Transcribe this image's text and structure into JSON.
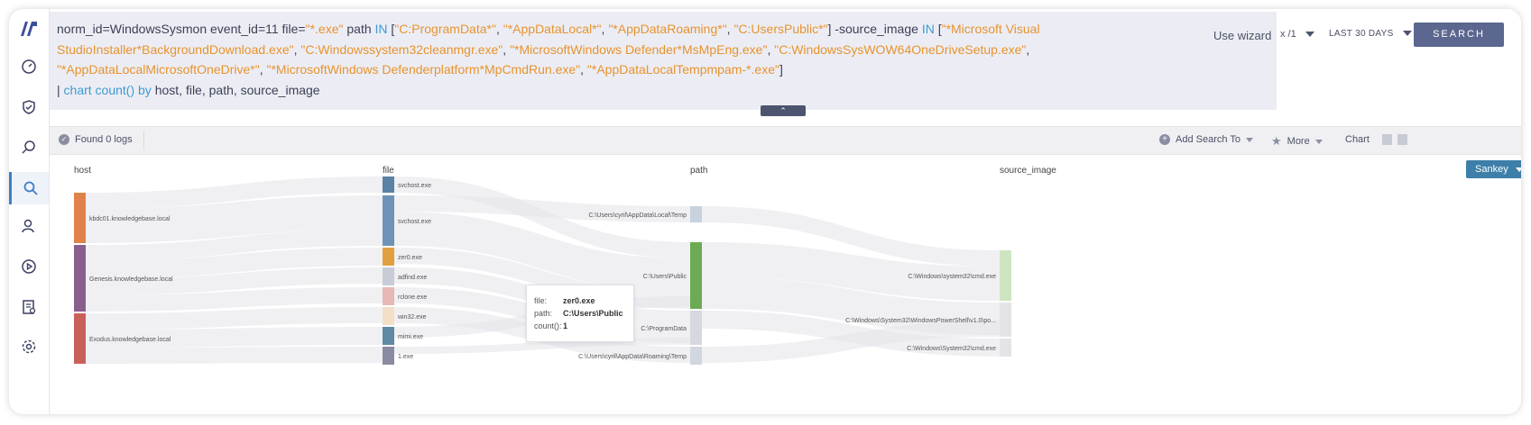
{
  "sidebar": {
    "items": [
      {
        "name": "dashboard",
        "icon": "dashboard-icon"
      },
      {
        "name": "incidents",
        "icon": "shield-check-icon"
      },
      {
        "name": "investigate",
        "icon": "search-analytics-icon"
      },
      {
        "name": "search",
        "icon": "search-icon",
        "active": true
      },
      {
        "name": "users",
        "icon": "user-settings-icon"
      },
      {
        "name": "playbooks",
        "icon": "play-circle-icon"
      },
      {
        "name": "reports",
        "icon": "report-icon"
      },
      {
        "name": "settings",
        "icon": "gear-icon"
      }
    ]
  },
  "query": {
    "line1_a": "norm_id=WindowsSysmon event_id=11 file=",
    "line1_b": "\"*.exe\"",
    "line1_c": " path ",
    "line1_d": "IN",
    "line1_e": " [",
    "line1_f": "\"C:ProgramData*\"",
    "line1_g": ", ",
    "line1_h": "\"*AppDataLocal*\"",
    "line1_i": ", ",
    "line1_j": "\"*AppDataRoaming*\"",
    "line1_k": ", ",
    "line1_l": "\"C:UsersPublic*\"",
    "line1_m": "] -source_image ",
    "line1_n": "IN",
    "line1_o": " [",
    "line1_p": "\"*Microsoft Visual",
    "line2_a": "StudioInstaller*BackgroundDownload.exe\"",
    "line2_b": ", ",
    "line2_c": "\"C:Windowssystem32cleanmgr.exe\"",
    "line2_d": ", ",
    "line2_e": "\"*MicrosoftWindows Defender*MsMpEng.exe\"",
    "line2_f": ", ",
    "line2_g": "\"C:WindowsSysWOW64OneDriveSetup.exe\"",
    "line2_h": ",",
    "line3_a": "\"*AppDataLocalMicrosoftOneDrive*\"",
    "line3_b": ", ",
    "line3_c": "\"*MicrosoftWindows Defenderplatform*MpCmdRun.exe\"",
    "line3_d": ", ",
    "line3_e": "\"*AppDataLocalTempmpam-*.exe\"",
    "line3_f": "]",
    "line4_a": "| ",
    "line4_b": "chart count()",
    "line4_c": " ",
    "line4_d": "by",
    "line4_e": " host, file, path, source_image"
  },
  "header": {
    "use_wizard": "Use wizard",
    "page": "x /1",
    "period": "LAST 30 DAYS",
    "search_label": "SEARCH"
  },
  "toolbar": {
    "found": "Found 0 logs",
    "add_search_to": "Add Search To",
    "more": "More",
    "chart": "Chart",
    "sankey": "Sankey"
  },
  "colors": {
    "accent": "#5c678f",
    "query_string": "#e8932d",
    "query_keyword": "#3d9bd1",
    "sankey_button": "#3d7fa8"
  },
  "chart_data": {
    "type": "sankey",
    "columns": [
      "host",
      "file",
      "path",
      "source_image"
    ],
    "nodes": {
      "host": [
        {
          "label": "kbdc01.knowledgebase.local",
          "color": "#e0824a"
        },
        {
          "label": "Genesis.knowledgebase.local",
          "color": "#8a5f8e"
        },
        {
          "label": "Exodus.knowledgebase.local",
          "color": "#c9605a"
        }
      ],
      "file": [
        {
          "label": "svchost.exe",
          "color": "#5a82a4"
        },
        {
          "label": "svchost.exe",
          "color": "#6d94b6"
        },
        {
          "label": "zer0.exe",
          "color": "#e1a040"
        },
        {
          "label": "adfind.exe",
          "color": "#c9ccd6"
        },
        {
          "label": "rclone.exe",
          "color": "#e6b8b8"
        },
        {
          "label": "win32.exe",
          "color": "#f3dfc6"
        },
        {
          "label": "mimi.exe",
          "color": "#5e8aa3"
        },
        {
          "label": "1.exe",
          "color": "#8a8aa2"
        }
      ],
      "path": [
        {
          "label": "C:\\Users\\cyril\\AppData\\Local\\Temp",
          "color": "#c8d2de"
        },
        {
          "label": "C:\\Users\\Public",
          "color": "#6aab53"
        },
        {
          "label": "C:\\ProgramData",
          "color": "#d6d8e0"
        },
        {
          "label": "C:\\Users\\cyril\\AppData\\Roaming\\Temp",
          "color": "#d2d6de"
        }
      ],
      "source_image": [
        {
          "label": "C:\\Windows\\system32\\cmd.exe",
          "color": "#cde5c0"
        },
        {
          "label": "C:\\Windows\\System32\\WindowsPowerShell\\v1.0\\po...",
          "color": "#e4e4e8"
        },
        {
          "label": "C:\\Windows\\System32\\cmd.exe",
          "color": "#e4e4e8"
        }
      ]
    },
    "tooltip": {
      "file_label": "file:",
      "file_value": "zer0.exe",
      "path_label": "path:",
      "path_value": "C:\\Users\\Public",
      "count_label": "count():",
      "count_value": "1"
    }
  }
}
